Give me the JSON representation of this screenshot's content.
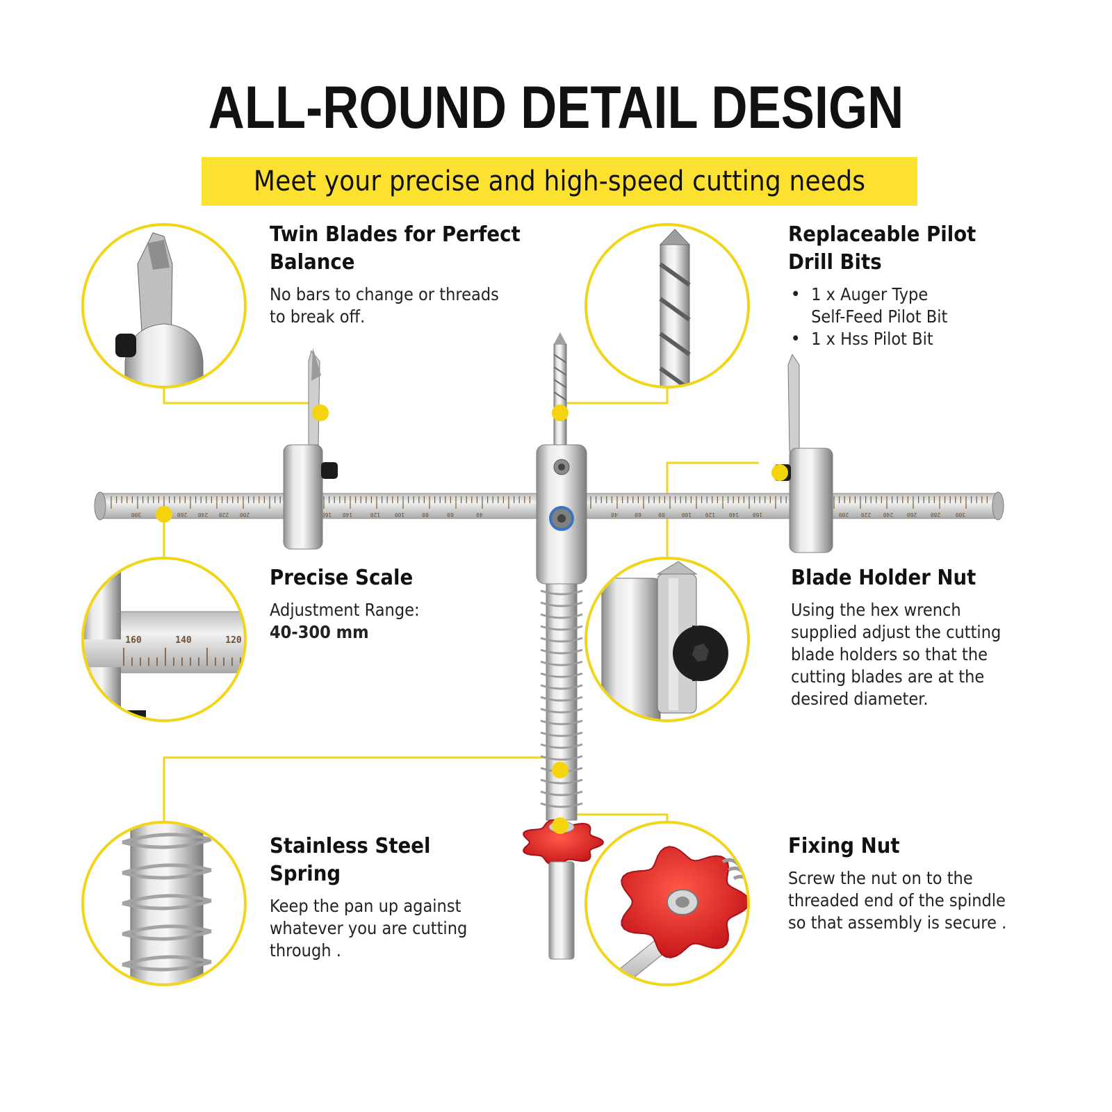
{
  "header": {
    "title": "ALL-ROUND DETAIL DESIGN",
    "subtitle": "Meet your precise and high-speed cutting needs"
  },
  "features": {
    "twin_blades": {
      "title_lines": [
        "Twin Blades for Perfect",
        "Balance"
      ],
      "desc_lines": [
        "No bars to change or threads",
        "to break off."
      ]
    },
    "pilot_bits": {
      "title_lines": [
        "Replaceable Pilot",
        "Drill Bits"
      ],
      "bullets": [
        {
          "lines": [
            "1 x Auger Type",
            "Self-Feed Pilot Bit"
          ]
        },
        {
          "lines": [
            "1 x Hss Pilot Bit"
          ]
        }
      ]
    },
    "precise_scale": {
      "title": "Precise Scale",
      "desc": "Adjustment Range:",
      "range": "40-300 mm"
    },
    "blade_holder_nut": {
      "title": "Blade Holder Nut",
      "desc_lines": [
        "Using the hex wrench",
        "supplied  adjust the cutting",
        "blade holders so that the",
        "cutting blades are at the",
        "desired diameter."
      ]
    },
    "spring": {
      "title_lines": [
        "Stainless Steel",
        "Spring"
      ],
      "desc_lines": [
        "Keep the pan up against",
        "whatever you are cutting",
        "through ."
      ]
    },
    "fixing_nut": {
      "title": "Fixing Nut",
      "desc_lines": [
        "Screw the nut on to the",
        "threaded end of the spindle",
        "so that assembly is secure ."
      ]
    }
  },
  "scale_ticks": {
    "left": [
      "300",
      "280",
      "260",
      "240",
      "220",
      "200",
      "160",
      "140",
      "120",
      "100",
      "80",
      "60",
      "40"
    ],
    "right": [
      "40",
      "60",
      "80",
      "100",
      "120",
      "140",
      "160",
      "200",
      "220",
      "240",
      "260",
      "280",
      "300"
    ],
    "zoom": [
      "160",
      "140",
      "120"
    ]
  },
  "colors": {
    "accent": "#fde130",
    "knob": "#e01f1f",
    "steel": "#c7c7c7"
  }
}
